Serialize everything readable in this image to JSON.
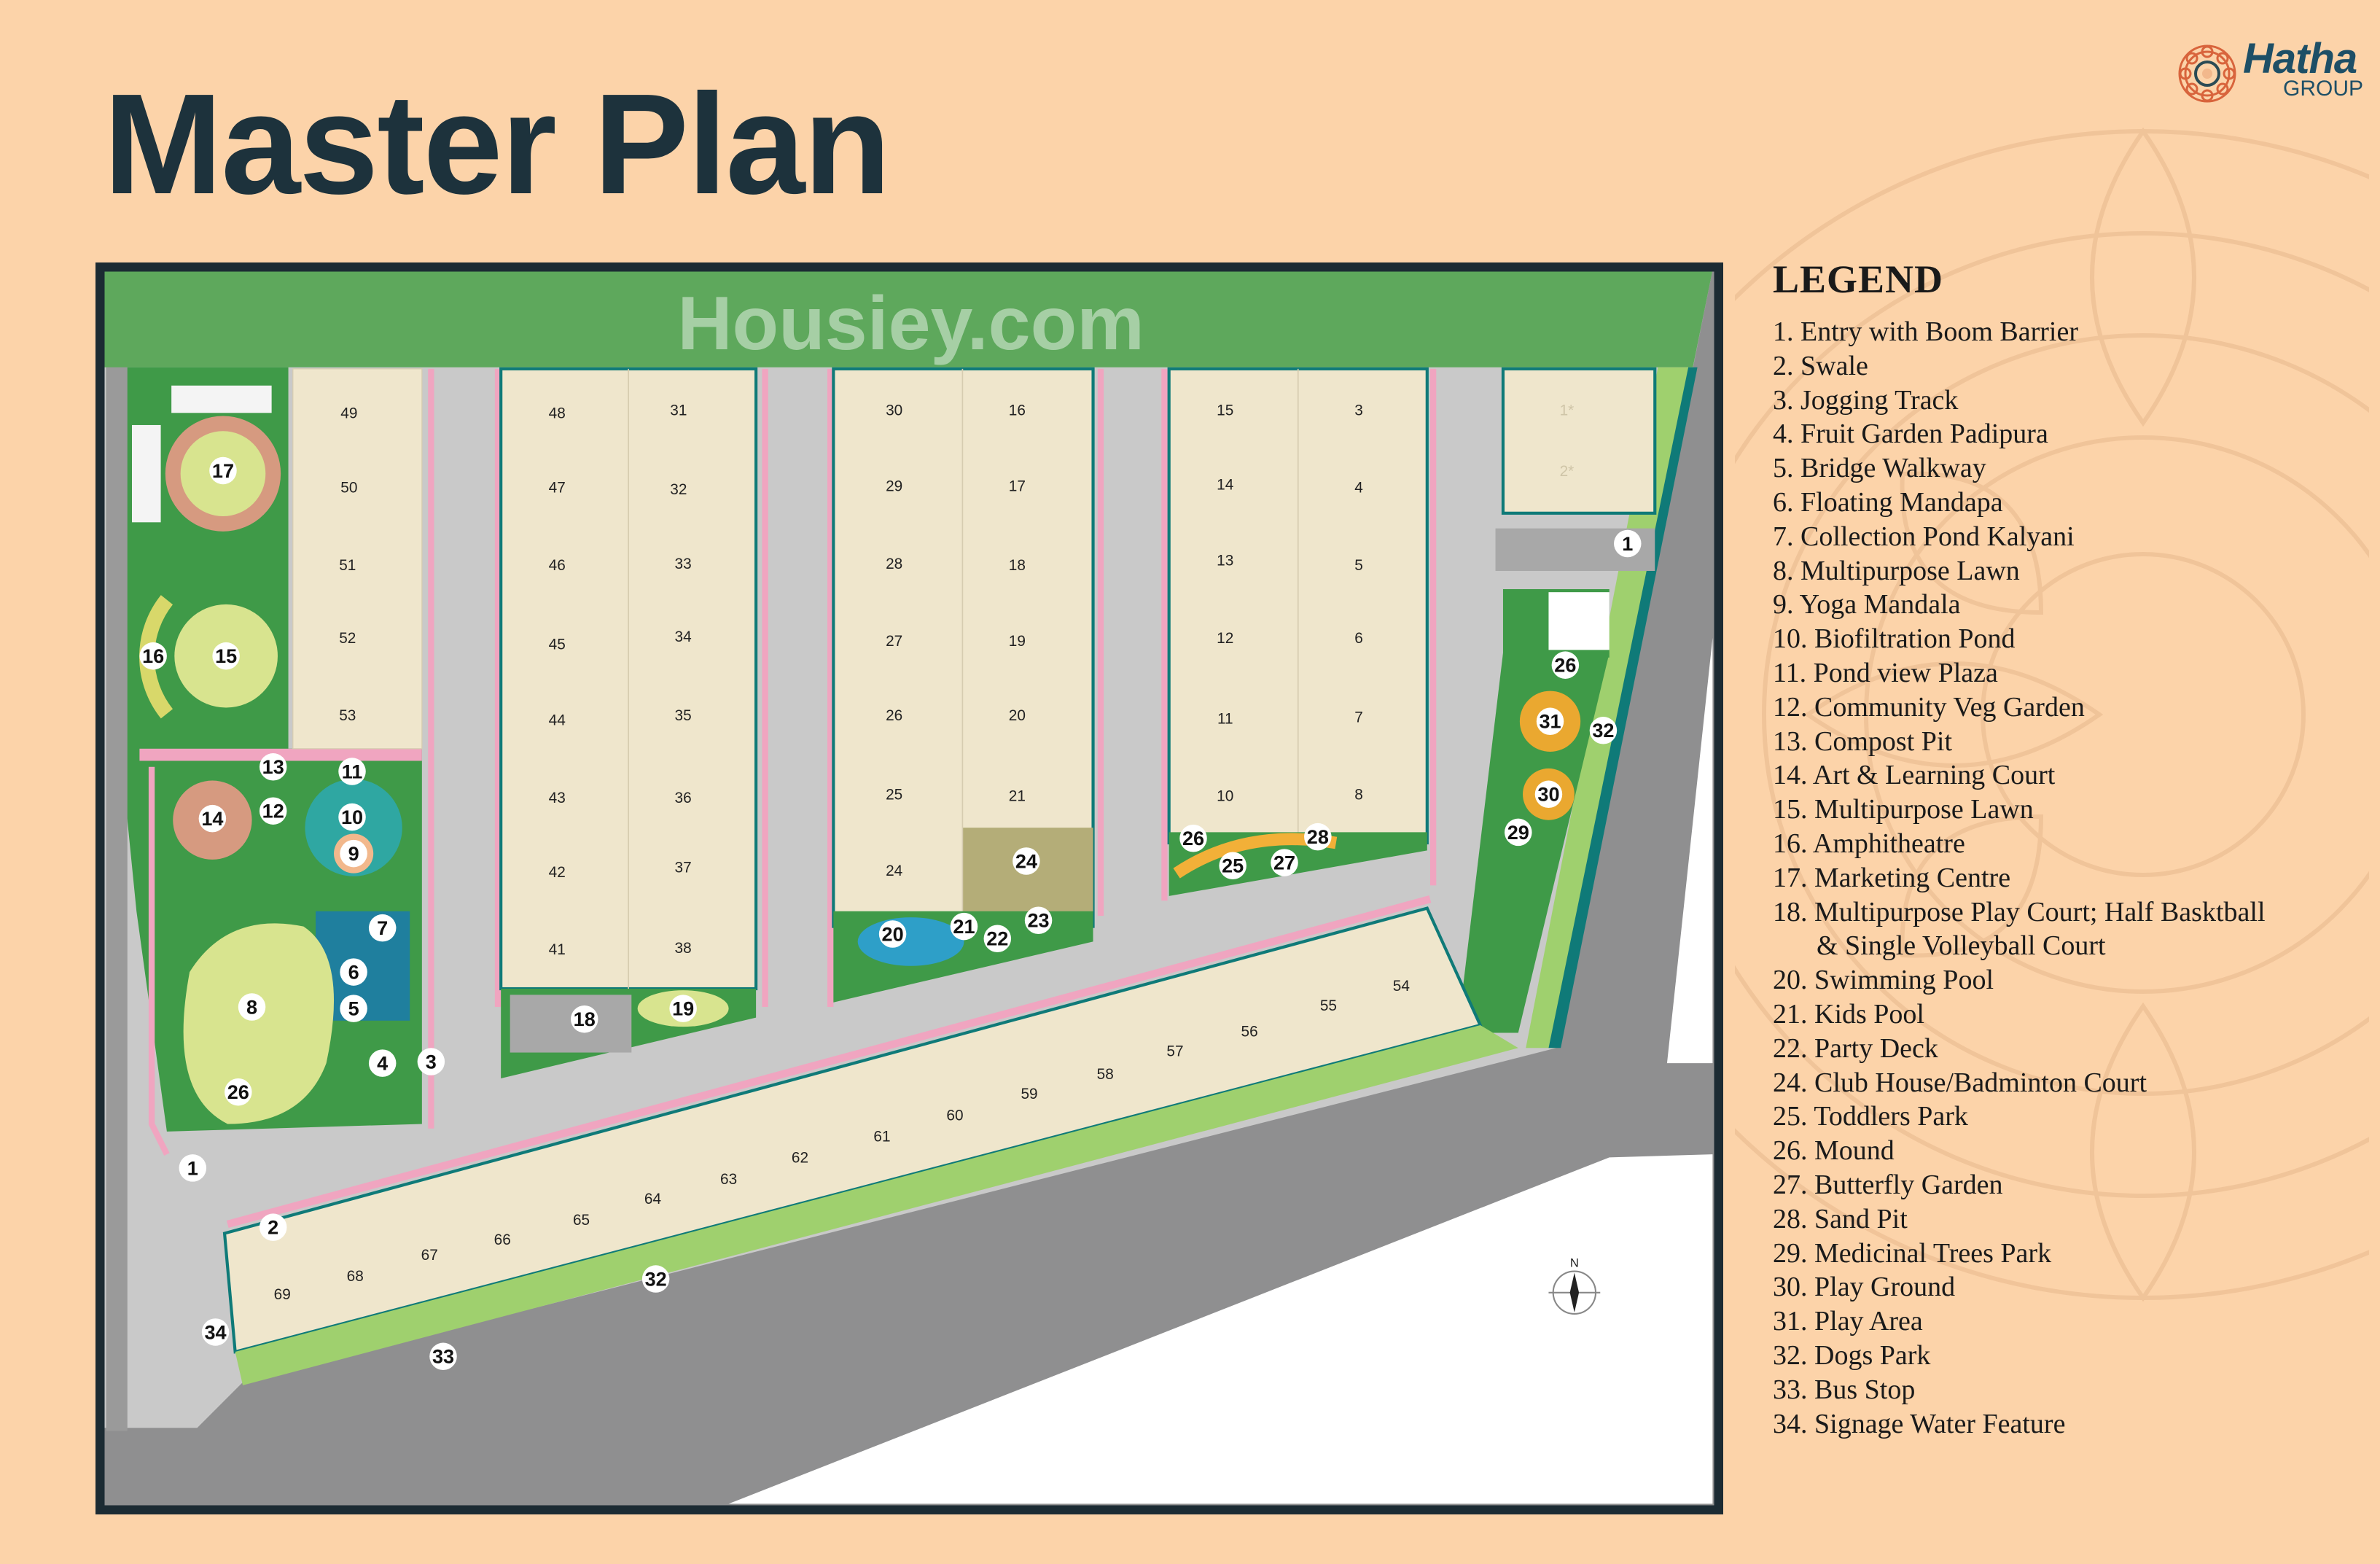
{
  "header": {
    "title": "Master Plan"
  },
  "logo": {
    "name": "Hatha",
    "sub": "GROUP"
  },
  "legend": {
    "title": "LEGEND",
    "items": [
      "1. Entry with Boom Barrier",
      "2. Swale",
      "3. Jogging Track",
      "4. Fruit Garden Padipura",
      "5. Bridge Walkway",
      "6. Floating Mandapa",
      "7. Collection Pond Kalyani",
      "8. Multipurpose Lawn",
      "9. Yoga Mandala",
      "10. Biofiltration Pond",
      "11. Pond view Plaza",
      "12. Community Veg Garden",
      "13. Compost Pit",
      "14. Art & Learning Court",
      "15. Multipurpose Lawn",
      "16. Amphitheatre",
      "17. Marketing Centre",
      "18. Multipurpose Play Court; Half Basktball",
      "& Single Volleyball Court",
      "20. Swimming Pool",
      "21. Kids Pool",
      "22. Party Deck",
      "24. Club House/Badminton Court",
      "25. Toddlers Park",
      "26. Mound",
      "27. Butterfly Garden",
      "28. Sand Pit",
      "29. Medicinal Trees Park",
      "30. Play Ground",
      "31. Play Area",
      "32. Dogs Park",
      "33. Bus Stop",
      "34. Signage Water Feature"
    ]
  },
  "map": {
    "plots": [
      "49",
      "50",
      "51",
      "52",
      "53",
      "48",
      "47",
      "46",
      "45",
      "44",
      "43",
      "42",
      "41",
      "31",
      "32",
      "33",
      "34",
      "35",
      "36",
      "37",
      "38",
      "30",
      "29",
      "28",
      "27",
      "26",
      "25",
      "24",
      "16",
      "17",
      "18",
      "19",
      "20",
      "21",
      "15",
      "14",
      "13",
      "12",
      "11",
      "10",
      "3",
      "4",
      "5",
      "6",
      "7",
      "8",
      "1*",
      "2*",
      "54",
      "55",
      "56",
      "57",
      "58",
      "59",
      "60",
      "61",
      "62",
      "63",
      "64",
      "65",
      "66",
      "67",
      "68",
      "69"
    ],
    "markers": [
      "17",
      "16",
      "15",
      "13",
      "11",
      "14",
      "12",
      "10",
      "9",
      "7",
      "6",
      "5",
      "8",
      "4",
      "3",
      "26",
      "1",
      "2",
      "34",
      "33",
      "32",
      "18",
      "19",
      "20",
      "21",
      "22",
      "23",
      "24",
      "26",
      "25",
      "27",
      "28",
      "1",
      "26",
      "31",
      "32",
      "30",
      "29"
    ],
    "compass": "N",
    "watermark": "Housiey.com"
  },
  "colors": {
    "background": "#fcd3a9",
    "title": "#1d323c",
    "green_band": "#5ea85c",
    "plot": "#efe6cc",
    "road": "#9c9c9c",
    "pink_edge": "#f0a5c0",
    "teal_edge": "#0f7a78"
  }
}
